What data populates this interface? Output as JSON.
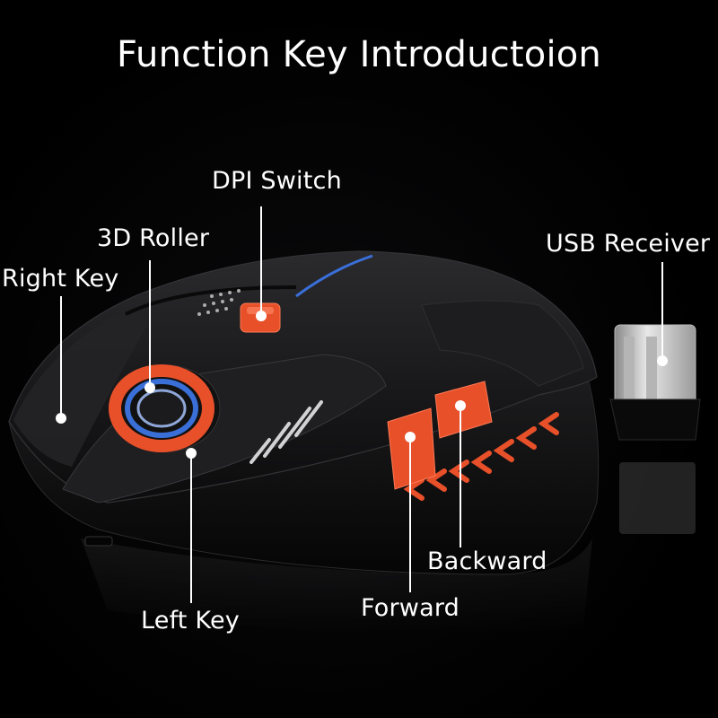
{
  "title": "Function Key Introductoion",
  "labels": {
    "dpi_switch": "DPI Switch",
    "roller": "3D Roller",
    "right_key": "Right Key",
    "usb_receiver": "USB Receiver",
    "left_key": "Left Key",
    "forward": "Forward",
    "backward": "Backward"
  },
  "colors": {
    "background": "#000000",
    "mouse_body": "#1a1a1c",
    "accent_orange": "#e8502a",
    "accent_blue": "#3a6fd8",
    "text": "#ffffff"
  }
}
